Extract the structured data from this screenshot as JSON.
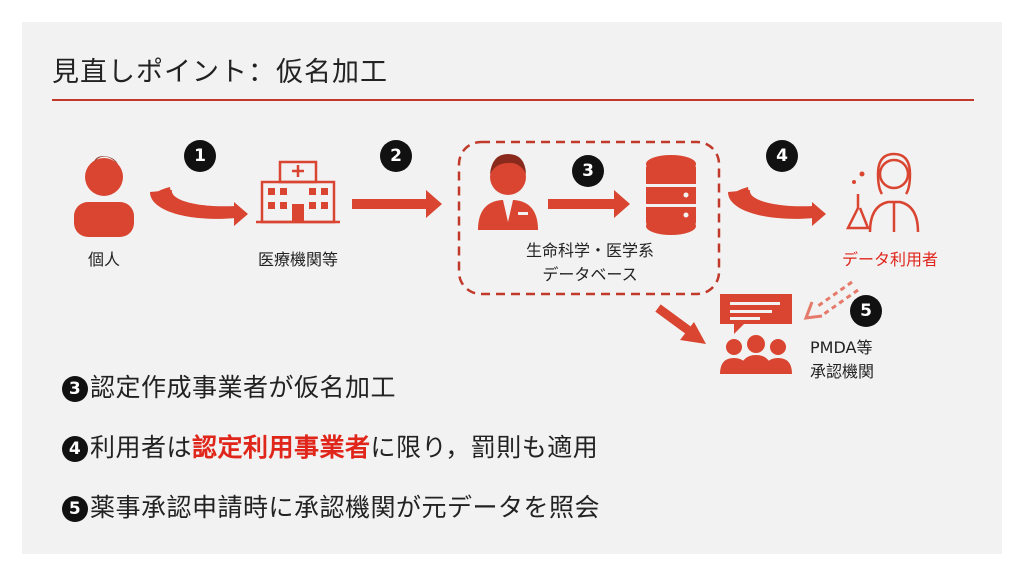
{
  "title": "見直しポイント：仮名加工",
  "nodes": {
    "individual": "個人",
    "medical": "医療機関等",
    "database_line1": "生命科学・医学系",
    "database_line2": "データベース",
    "data_user": "データ利用者",
    "pmda_line1": "PMDA等",
    "pmda_line2": "承認機関"
  },
  "steps": [
    "1",
    "2",
    "3",
    "4",
    "5"
  ],
  "bullets": [
    {
      "num": "3",
      "text": "認定作成事業者が仮名加工"
    },
    {
      "num": "4",
      "pre": "利用者は",
      "highlight": "認定利用事業者",
      "post": "に限り，罰則も適用"
    },
    {
      "num": "5",
      "text": "薬事承認申請時に承認機関が元データを照会"
    }
  ],
  "colors": {
    "accent": "#d94530",
    "highlight": "#e0261b",
    "badge": "#111111",
    "rule": "#c0392b"
  },
  "icons": [
    "person-icon",
    "hospital-icon",
    "operator-icon",
    "database-icon",
    "scientist-icon",
    "chat-group-icon"
  ]
}
